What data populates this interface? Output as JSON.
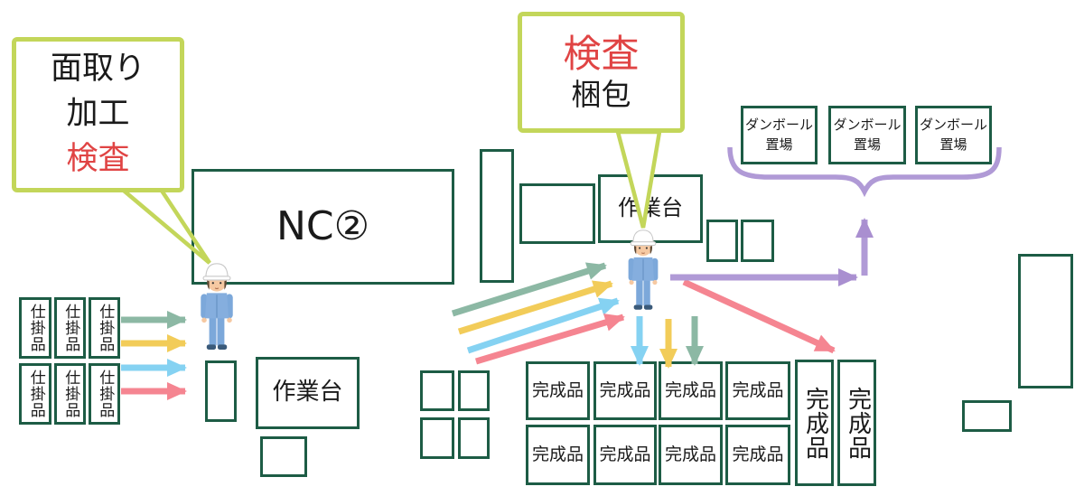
{
  "callouts": {
    "chamfer": {
      "line1": "面取り",
      "line2": "加工",
      "line3": "検査"
    },
    "packing": {
      "line1": "検査",
      "line2": "梱包"
    }
  },
  "labels": {
    "nc_machine": "NC②",
    "workbench_center": "作業台",
    "workbench_left": "作業台",
    "cardboard_line1": "ダンボール",
    "cardboard_line2": "置場",
    "wip": "仕掛品",
    "finished": "完成品"
  },
  "icons": {
    "worker": "factory-worker-blue-uniform-white-helmet"
  },
  "colors": {
    "box_border": "#1d5c45",
    "callout_border": "#c3d65a",
    "callout_red_text": "#e04444",
    "arrow_green": "#8cb8a4",
    "arrow_yellow": "#f2cc59",
    "arrow_blue": "#85d2f2",
    "arrow_red": "#f58591",
    "arrow_purple": "#b09ad6"
  }
}
